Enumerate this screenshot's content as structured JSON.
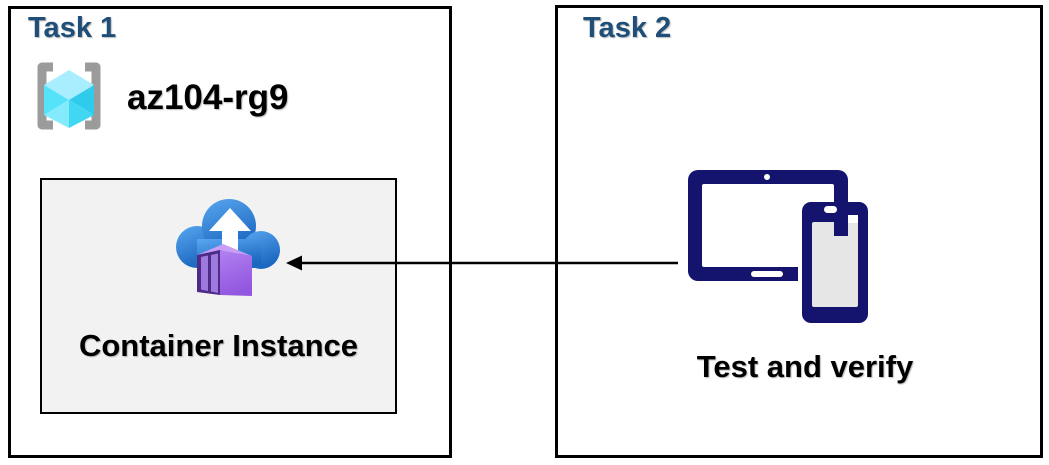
{
  "task1": {
    "title": "Task 1",
    "resource_group_name": "az104-rg9",
    "container_instance_label": "Container Instance"
  },
  "task2": {
    "title": "Task 2",
    "label": "Test and verify"
  },
  "icons": {
    "resource_group": "azure-resource-group-icon (gray brackets with cyan cube)",
    "container_instance": "azure-container-instances-icon (blue cloud, white up arrow, purple container)",
    "devices": "tablet-and-phone-icon",
    "connector": "left-arrow"
  },
  "colors": {
    "title-blue": "#1F4E79",
    "box-border": "#000000",
    "ci-box-bg": "#F2F2F2",
    "device-navy": "#14146E",
    "phone-screen": "#E6E6E6",
    "arrow-black": "#000000",
    "rg-bracket-gray": "#9B9B9B",
    "rg-cube-top": "#A9EEFE",
    "rg-cube-left": "#55E3F9",
    "rg-cube-right": "#2FCBED",
    "rg-cube-bottom-left": "#83EBFB",
    "rg-cube-bottom-right": "#41D7F3",
    "cloud-blue-light": "#58A7F0",
    "cloud-blue-dark": "#1C67C0",
    "cube-door": "#4E2B86",
    "cube-slat": "#9E7ADF",
    "cube-side-light": "#B181F0",
    "cube-side-dark": "#9257E0",
    "cube-top": "#C79DF6"
  }
}
